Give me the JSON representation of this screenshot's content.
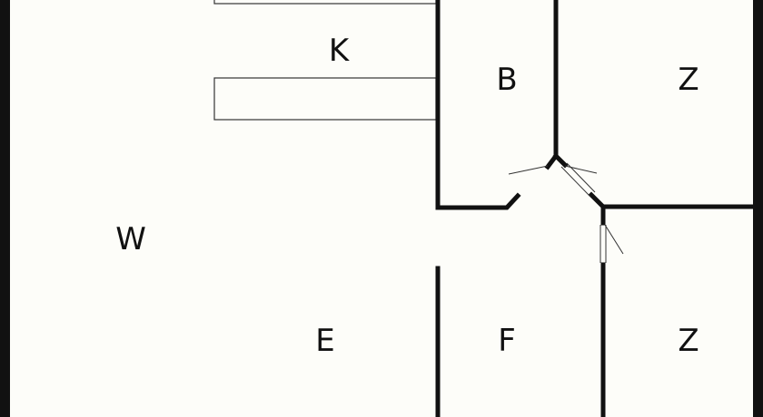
{
  "floorplan": {
    "colors": {
      "background": "#fdfdf9",
      "wall": "#111111",
      "thin_line": "#333333"
    },
    "rooms": [
      {
        "id": "k",
        "label": "K"
      },
      {
        "id": "b",
        "label": "B"
      },
      {
        "id": "z1",
        "label": "Z"
      },
      {
        "id": "w",
        "label": "W"
      },
      {
        "id": "e",
        "label": "E"
      },
      {
        "id": "f",
        "label": "F"
      },
      {
        "id": "z2",
        "label": "Z"
      }
    ]
  }
}
